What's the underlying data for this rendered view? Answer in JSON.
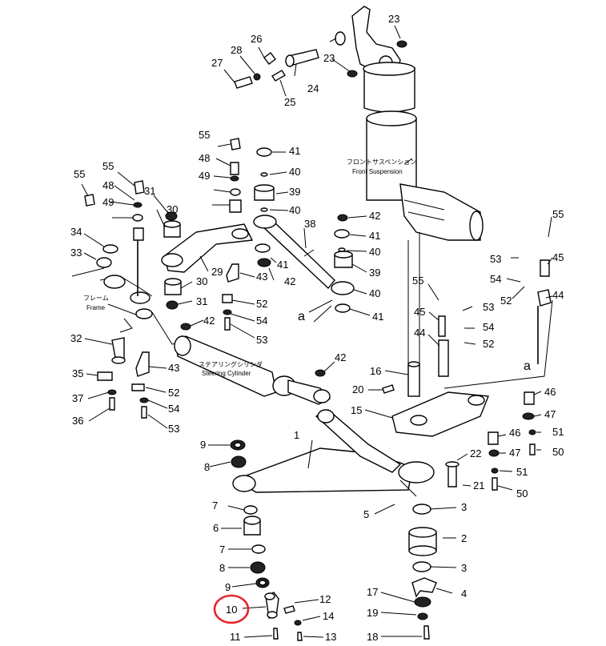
{
  "diagram": {
    "labels": {
      "front_suspension_jp": "フロントサスペンション",
      "front_suspension_en": "Front Suspension",
      "frame_jp": "フレーム",
      "frame_en": "Frame",
      "steering_cylinder_jp": "ステアリングシリンダ",
      "steering_cylinder_en": "Steering Cylinder",
      "ref_a": "a"
    },
    "parts": [
      "1",
      "2",
      "3",
      "4",
      "5",
      "6",
      "7",
      "8",
      "9",
      "10",
      "11",
      "12",
      "13",
      "14",
      "15",
      "16",
      "17",
      "18",
      "19",
      "20",
      "21",
      "22",
      "23",
      "24",
      "25",
      "26",
      "27",
      "28",
      "29",
      "30",
      "31",
      "32",
      "33",
      "34",
      "35",
      "36",
      "37",
      "38",
      "39",
      "40",
      "41",
      "42",
      "43",
      "44",
      "45",
      "46",
      "47",
      "48",
      "49",
      "50",
      "51",
      "52",
      "53",
      "54",
      "55"
    ],
    "highlighted_part": "10",
    "highlight_color": "#e8242a"
  }
}
